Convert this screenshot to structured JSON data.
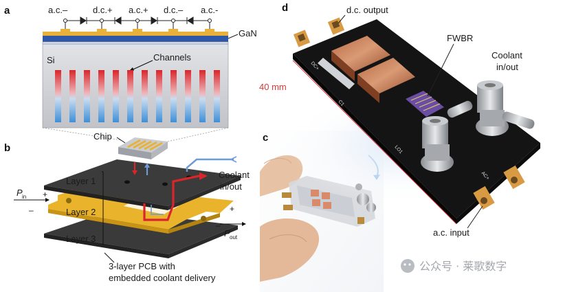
{
  "panels": {
    "a": {
      "letter": "a",
      "circuit_labels": [
        "a.c.–",
        "d.c.+",
        "a.c.+",
        "d.c.–",
        "a.c.-"
      ],
      "gan_label": "GaN",
      "si_label": "Si",
      "channels_label": "Channels",
      "channel_count": 12
    },
    "b": {
      "letter": "b",
      "chip_label": "Chip",
      "layer1": "Layer 1",
      "layer2": "Layer 2",
      "layer3": "Layer 3",
      "coolant_label_line1": "Coolant",
      "coolant_label_line2": "in/out",
      "p_in": "P",
      "p_in_sub": "in",
      "p_out": "P",
      "p_out_sub": "out",
      "plus": "+",
      "minus": "–",
      "caption_line1": "3-layer PCB with",
      "caption_line2": "embedded coolant delivery"
    },
    "c": {
      "letter": "c"
    },
    "d": {
      "letter": "d",
      "dc_output": "d.c. output",
      "fwbr": "FWBR",
      "coolant_line1": "Coolant",
      "coolant_line2": "in/out",
      "scale": "40 mm",
      "ac_input": "a.c. input"
    }
  },
  "watermark": "公众号 · 莱歌数字",
  "colors": {
    "gan": "#2f57a8",
    "gold": "#e8b23a",
    "si_gray": "#c9cbd0",
    "layer_dark": "#3a3a3a",
    "layer_gold": "#e9b42c",
    "arrow_red": "#d9262b",
    "arrow_blue": "#6e9bd6",
    "scale_red": "#d33a3a",
    "pcb_black": "#141414"
  }
}
